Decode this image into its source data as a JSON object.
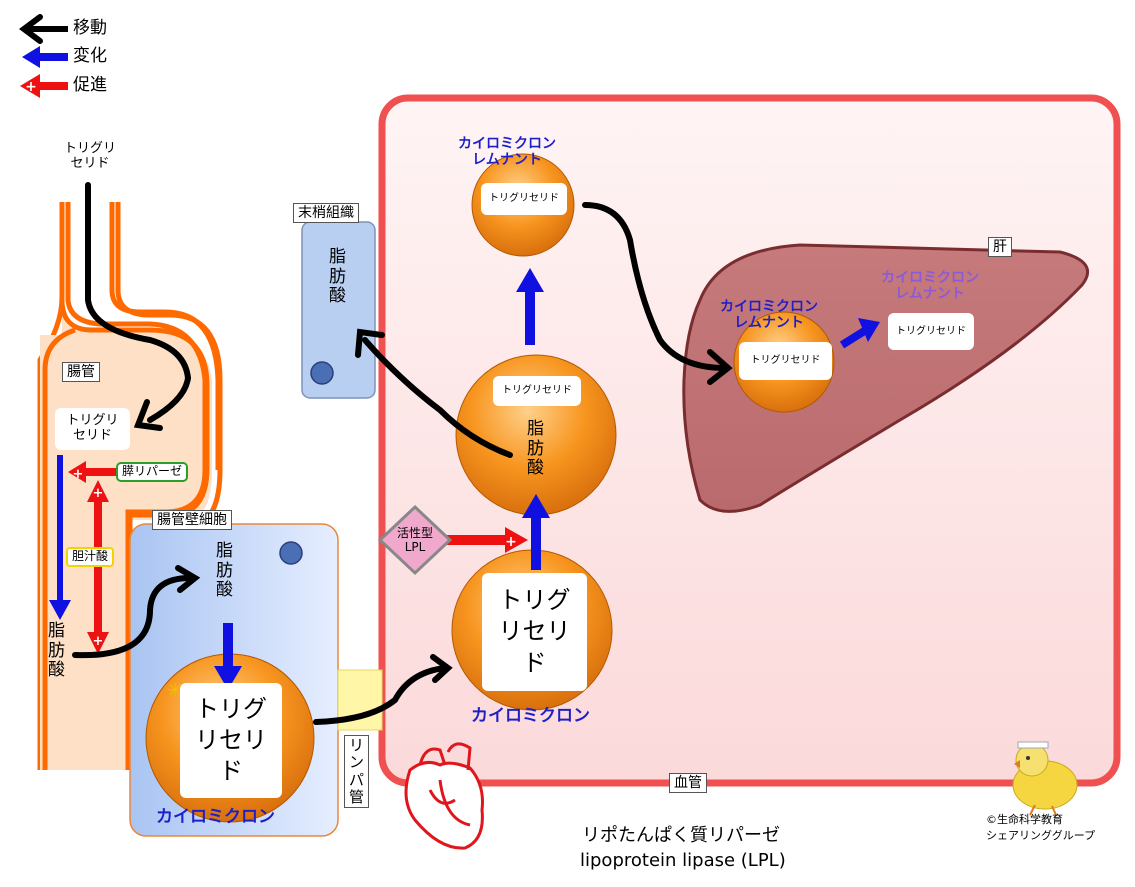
{
  "legend": {
    "move": "移動",
    "change": "変化",
    "promote": "促進"
  },
  "intestine": {
    "label": "腸管",
    "top_text": "トリグリ\nセリド",
    "inside_text": "トリグリ\nセリド",
    "fatty_acid": "脂\n肪\n酸",
    "pancreatic_lipase": "膵リパーゼ",
    "bile_acid": "胆汁酸"
  },
  "epithelial_cell": {
    "label": "腸管壁細胞",
    "fatty_acid": "脂\n肪\n酸",
    "triglyceride": "トリグ\nリセリ\nド",
    "chylomicron": "カイロミクロン"
  },
  "lymph": {
    "label": "リ\nン\nパ\n管"
  },
  "blood_vessel": {
    "label": "血管",
    "active_lpl": "活性型\nLPL",
    "chylomicron_triglyceride": "トリグ\nリセリ\nド",
    "chylomicron_label": "カイロミクロン",
    "mid_triglyceride": "トリグリセリド",
    "mid_fatty_acid": "脂\n肪\n酸",
    "remnant_title": "カイロミクロン\nレムナント",
    "remnant_triglyceride": "トリグリセリド"
  },
  "peripheral_tissue": {
    "label": "末梢組織",
    "fatty_acid": "脂\n肪\n酸"
  },
  "liver": {
    "label": "肝",
    "remnant_title": "カイロミクロン\nレムナント",
    "remnant_triglyceride": "トリグリセリド",
    "remnant_title_2": "カイロミクロン\nレムナント",
    "remnant_triglyceride_2": "トリグリセリド"
  },
  "caption": {
    "line1": "リポたんぱく質リパーゼ",
    "line2": "lipoprotein lipase (LPL)"
  },
  "credit": {
    "line1": "©生命科学教育",
    "line2": "シェアリンググループ"
  },
  "colors": {
    "move": "#000000",
    "change": "#1010e0",
    "promote": "#ee1111",
    "vessel_border": "#f05050",
    "orange": "#f08a1e",
    "liver": "#b5585a"
  }
}
